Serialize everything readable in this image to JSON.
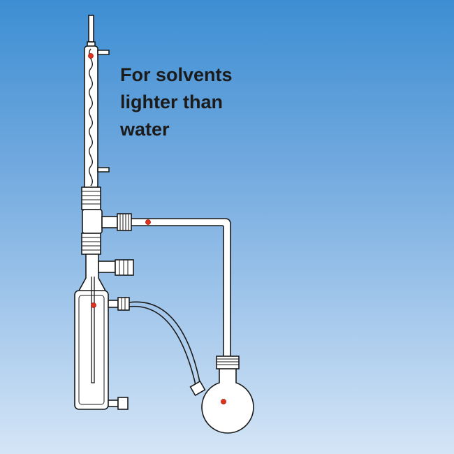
{
  "caption": {
    "lines": [
      "For solvents",
      "lighter than",
      "water"
    ]
  },
  "colors": {
    "background_top": "#3d8ed3",
    "background_bottom": "#d4e5f6",
    "glass_fill": "#ffffff",
    "outline": "#1a1a1a",
    "stopcock_marker": "#e0301e"
  },
  "apparatus": {
    "parts": [
      "condenser",
      "water-inlet",
      "water-outlet",
      "vapor-tube",
      "extraction-chamber",
      "siphon-tube",
      "round-bottom-flask",
      "flexible-return-tube",
      "drain-stopcock"
    ]
  }
}
